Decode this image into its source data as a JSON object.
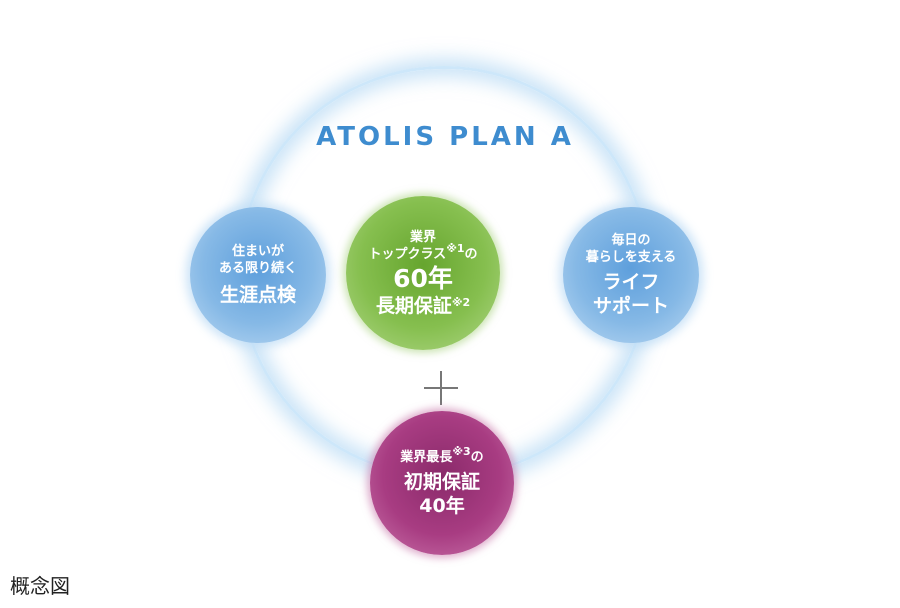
{
  "title": "ATOLIS PLAN A",
  "left_circle": {
    "line1": "住まいが",
    "line2": "ある限り続く",
    "main": "生涯点検"
  },
  "center_circle": {
    "line1": "業界",
    "line2": "トップクラス",
    "sup1": "※1",
    "line2_suffix": "の",
    "main1": "60年",
    "main2": "長期保証",
    "sup2": "※2"
  },
  "right_circle": {
    "line1": "毎日の",
    "line2": "暮らしを支える",
    "main1": "ライフ",
    "main2": "サポート"
  },
  "bottom_circle": {
    "line1": "業界最長",
    "sup": "※3",
    "line1_suffix": "の",
    "main1": "初期保証",
    "main2": "40年"
  },
  "plus_symbol": "+",
  "caption": "概念図",
  "colors": {
    "title": "#3e8ccf",
    "blue_circle": "#5e9fdc",
    "green_circle": "#66a52e",
    "purple_circle": "#8a2a6a"
  }
}
